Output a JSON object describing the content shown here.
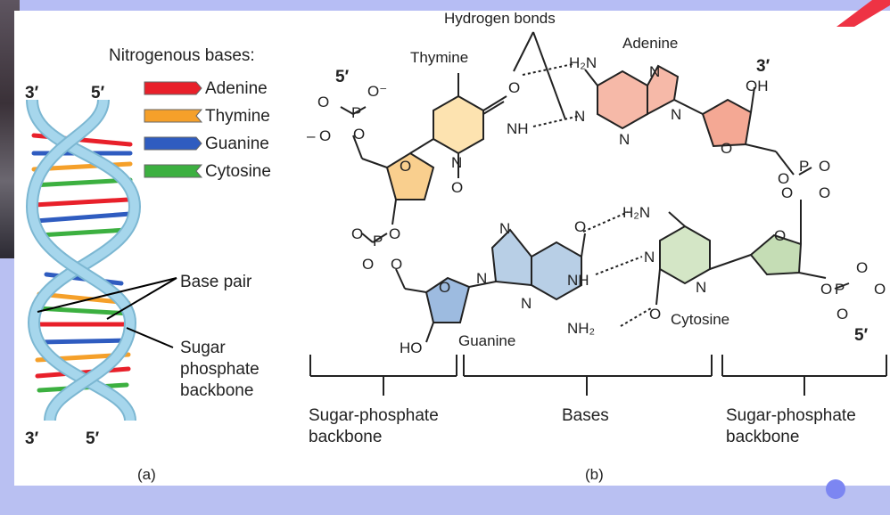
{
  "legend": {
    "title": "Nitrogenous bases:",
    "items": [
      {
        "label": "Adenine",
        "color": "#e8202a"
      },
      {
        "label": "Thymine",
        "color": "#f5a02a"
      },
      {
        "label": "Guanine",
        "color": "#2f5cc0"
      },
      {
        "label": "Cytosine",
        "color": "#3cb040"
      }
    ]
  },
  "helix": {
    "top_left_end": "3′",
    "top_right_end": "5′",
    "bottom_left_end": "3′",
    "bottom_right_end": "5′",
    "base_pair_label": "Base pair",
    "backbone_label_1": "Sugar",
    "backbone_label_2": "phosphate",
    "backbone_label_3": "backbone",
    "panel_label": "(a)"
  },
  "structure": {
    "hydrogen_bonds": "Hydrogen bonds",
    "thymine": "Thymine",
    "adenine": "Adenine",
    "guanine": "Guanine",
    "cytosine": "Cytosine",
    "five_prime_top": "5′",
    "three_prime_top": "3′",
    "five_prime_bottom": "5′",
    "oh_top": "OH",
    "ho_bottom": "HO",
    "h2n_adenine": "H₂N",
    "h2n_cytosine": "H₂N",
    "nh2_guanine": "NH₂",
    "nh": "NH",
    "n": "N",
    "o": "O",
    "p": "P",
    "minus": "–",
    "o_minus": "O⁻",
    "panel_label": "(b)"
  },
  "brackets": {
    "left_line_1": "Sugar-phosphate",
    "left_line_2": "backbone",
    "middle": "Bases",
    "right_line_1": "Sugar-phosphate",
    "right_line_2": "backbone"
  },
  "colors": {
    "thymine_fill": "#fde3b0",
    "adenine_fill": "#f6b9a8",
    "guanine_fill": "#b8cfe6",
    "cytosine_fill": "#d4e6c6",
    "sugar_top_fill": "#f9cf8e",
    "sugar_right_fill": "#f4a894",
    "sugar_guanine_fill": "#9dbbe0",
    "sugar_cytosine_fill": "#c5ddb5",
    "helix_strand": "#a6d6ec"
  }
}
